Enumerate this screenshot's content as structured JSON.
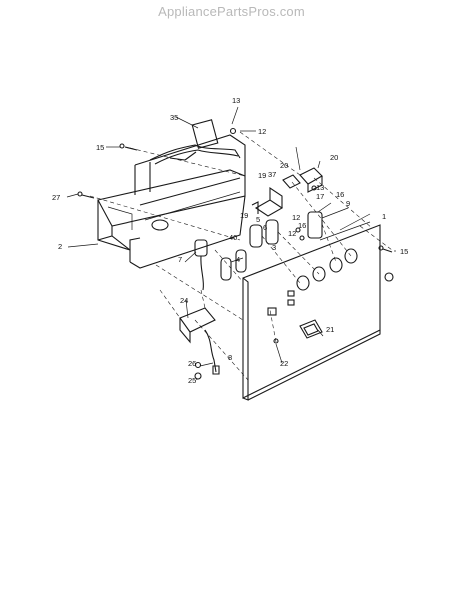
{
  "watermark": "AppliancePartsPros.com",
  "callouts": {
    "c1": "1",
    "c2": "2",
    "c3": "3",
    "c4": "4",
    "c5": "5",
    "c6": "6",
    "c7": "7",
    "c8": "8",
    "c9": "9",
    "c12a": "12",
    "c12b": "12",
    "c12c": "12",
    "c13a": "13",
    "c13b": "13",
    "c15a": "15",
    "c15b": "15",
    "c16a": "16",
    "c16b": "16",
    "c17": "17",
    "c19a": "19",
    "c19b": "19",
    "c20a": "20",
    "c20b": "20",
    "c21": "21",
    "c22": "22",
    "c24": "24",
    "c25": "25",
    "c26": "26",
    "c27": "27",
    "c35": "35",
    "c37": "37",
    "c40": "40"
  }
}
